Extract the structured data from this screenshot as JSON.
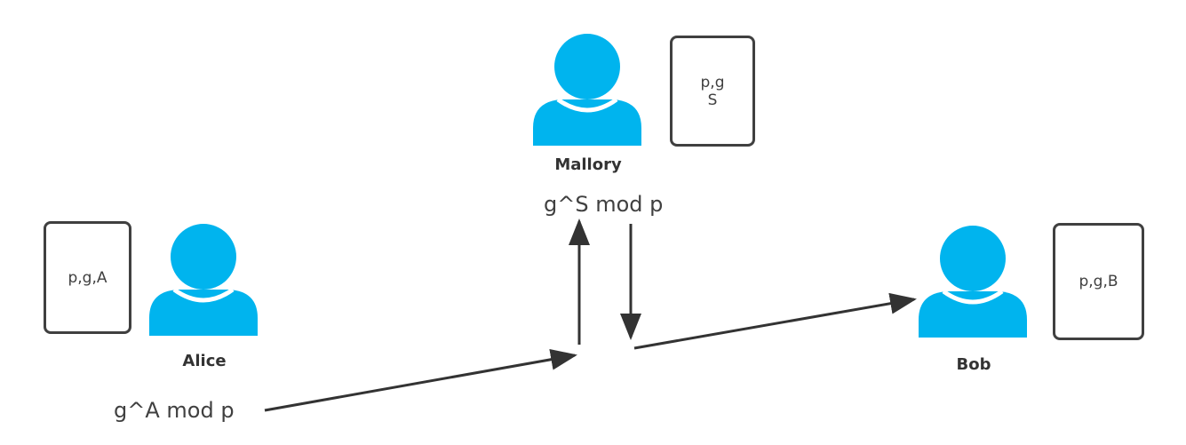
{
  "colors": {
    "person": "#00b4ee",
    "stroke": "#333333",
    "box_border": "#404040"
  },
  "actors": {
    "mallory": {
      "name": "Mallory",
      "box_lines": [
        "p,g",
        "S"
      ],
      "message": "g^S mod p",
      "icon": "person-icon"
    },
    "alice": {
      "name": "Alice",
      "box_lines": [
        "p,g,A"
      ],
      "message": "g^A mod p",
      "icon": "person-icon"
    },
    "bob": {
      "name": "Bob",
      "box_lines": [
        "p,g,B"
      ],
      "icon": "person-icon"
    }
  }
}
